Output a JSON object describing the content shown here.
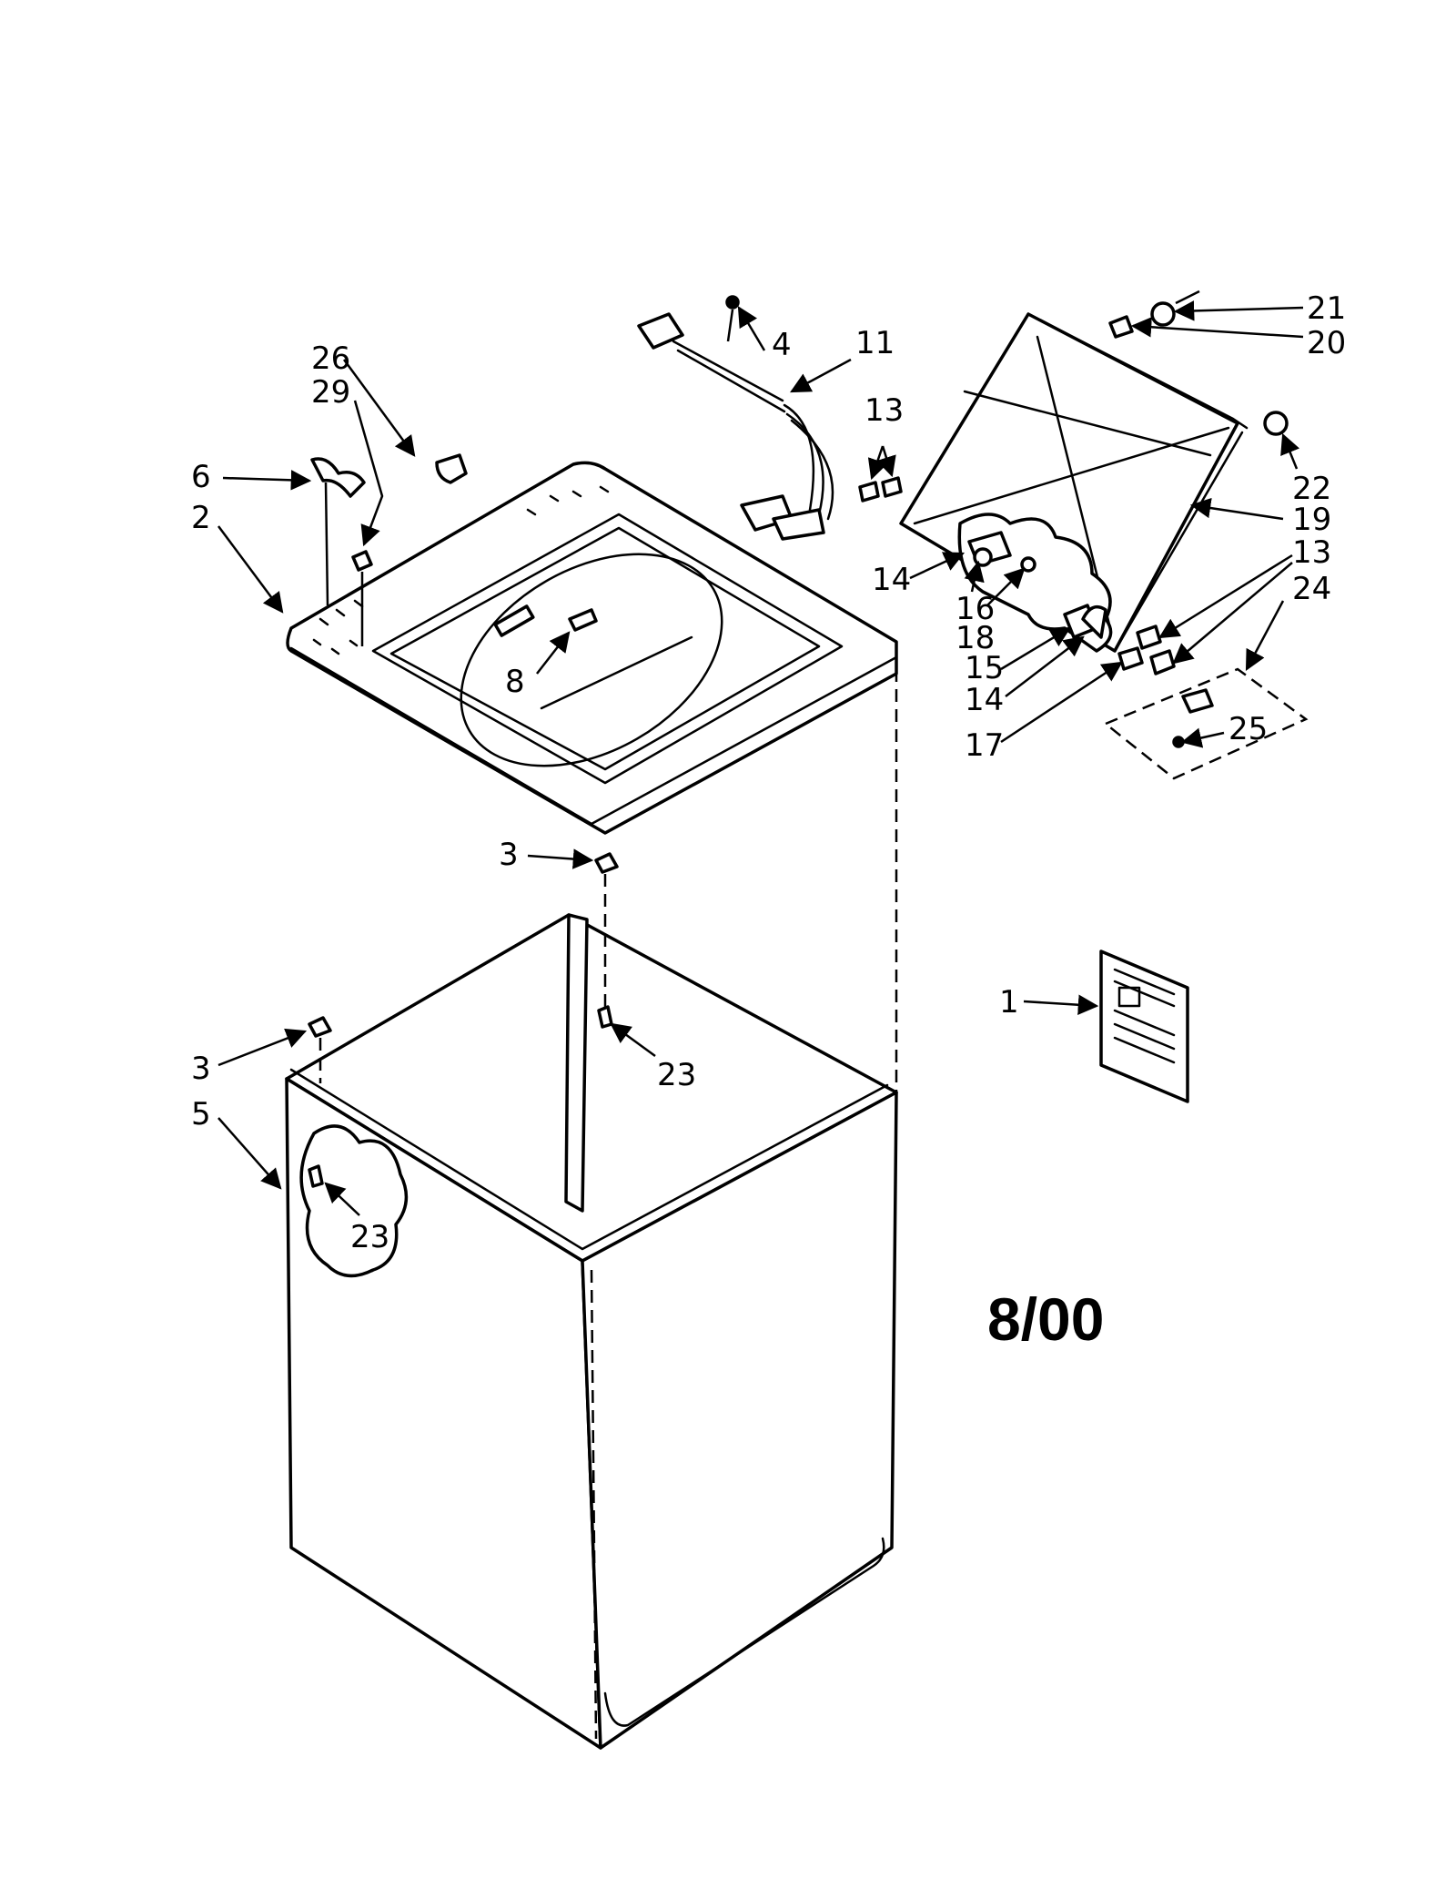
{
  "date_code": "8/00",
  "callouts": {
    "c1": "1",
    "c2": "2",
    "c3a": "3",
    "c3b": "3",
    "c4": "4",
    "c5": "5",
    "c6": "6",
    "c8": "8",
    "c11": "11",
    "c13a": "13",
    "c13b": "13",
    "c14a": "14",
    "c14b": "14",
    "c15": "15",
    "c16": "16",
    "c17": "17",
    "c18": "18",
    "c19": "19",
    "c20": "20",
    "c21": "21",
    "c22": "22",
    "c23a": "23",
    "c23b": "23",
    "c24": "24",
    "c25": "25",
    "c26": "26",
    "c29": "29"
  }
}
